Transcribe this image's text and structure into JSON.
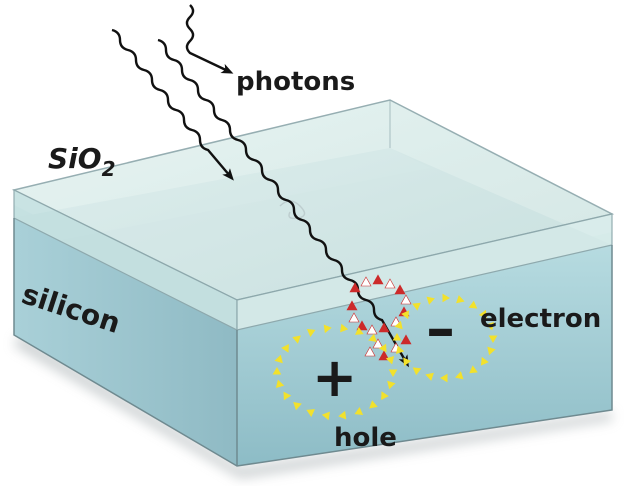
{
  "labels": {
    "photons": "photons",
    "sio2_main": "SiO",
    "sio2_sub": "2",
    "silicon": "silicon",
    "electron": "electron",
    "hole": "hole",
    "plus": "+",
    "minus": "–"
  },
  "colors": {
    "background": "#ffffff",
    "sio2_layer": "#d6ecec",
    "silicon_face": "#9fc9d0",
    "silicon_top": "#7aa8b6",
    "edge": "#7e9aa0",
    "hole_dots": "#f2e12c",
    "electron_dots": "#f2e12c",
    "marker_red": "#cc2a2a",
    "photon_line": "#111111"
  }
}
